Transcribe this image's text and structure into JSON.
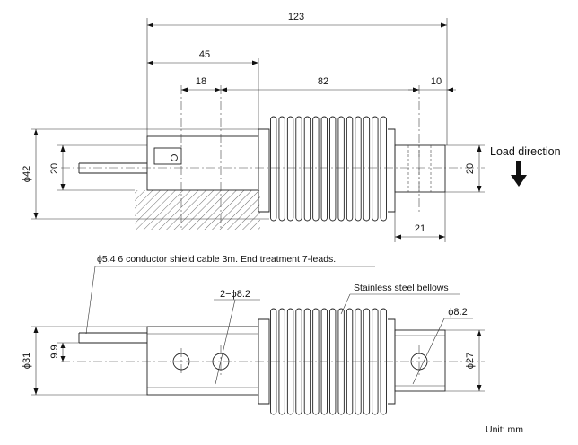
{
  "dimensions": {
    "overall_length": "123",
    "d45": "45",
    "d18": "18",
    "d82": "82",
    "d10": "10",
    "d21": "21",
    "height_dia_42": "ϕ42",
    "cable_h20": "20",
    "load_h20": "20",
    "dia_31": "ϕ31",
    "offset_9_9": "9.9",
    "dia_27": "ϕ27",
    "holes": "2−ϕ8.2",
    "hole_dia": "ϕ8.2"
  },
  "annotations": {
    "load_direction": "Load direction",
    "cable": "ϕ5.4 6 conductor shield cable 3m. End treatment 7-leads.",
    "bellows": "Stainless steel bellows",
    "unit": "Unit: mm"
  }
}
